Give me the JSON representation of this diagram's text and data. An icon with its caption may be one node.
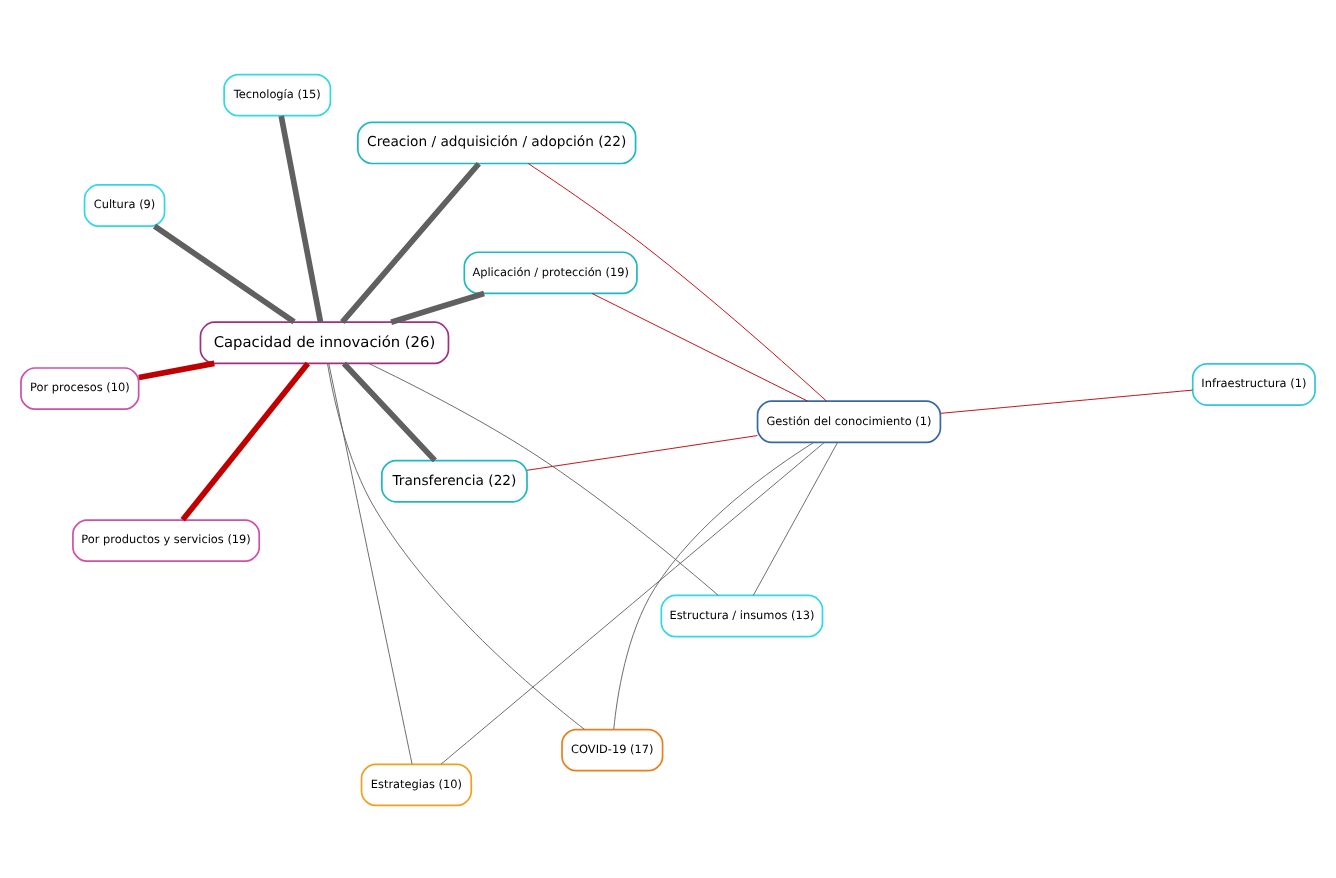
{
  "diagram": {
    "nodes": [
      {
        "text": [
          "Por procesos (10)"
        ]
      },
      {
        "text": [
          "Infraestructura (1)"
        ]
      },
      {
        "text": [
          "Por productos y servicios (19)"
        ]
      },
      {
        "text": [
          "Gestión del conocimiento (1)"
        ]
      },
      {
        "text": [
          "Capacidad de innovación (26)"
        ]
      },
      {
        "text": [
          "Cultura (9)"
        ]
      },
      {
        "text": [
          "Transferencia (22)"
        ]
      },
      {
        "text": [
          "Aplicación / protección (19)"
        ]
      },
      {
        "text": [
          "Estrategias (10)"
        ]
      },
      {
        "text": [
          "Estructura / insumos (13)"
        ]
      },
      {
        "text": [
          "COVID-19 (17)"
        ]
      },
      {
        "text": [
          "Creacion / adquisición / adopción (22)"
        ]
      },
      {
        "text": [
          "Tecnología (15)"
        ]
      }
    ],
    "edges": [
      {
        "from": 4,
        "to": 0,
        "arrow": "none",
        "style": "thick",
        "color": "#c00000"
      },
      {
        "from": 4,
        "to": 2,
        "arrow": "none",
        "style": "thick",
        "color": "#c00000"
      },
      {
        "from": 4,
        "to": 5,
        "arrow": "none",
        "style": "thick"
      },
      {
        "from": 4,
        "to": 6,
        "arrow": "none",
        "style": "thick"
      },
      {
        "from": 4,
        "to": 7,
        "arrow": "none",
        "style": "thick"
      },
      {
        "from": 4,
        "to": 11,
        "arrow": "none",
        "style": "thick"
      },
      {
        "from": 4,
        "to": 12,
        "arrow": "none",
        "style": "thick"
      },
      {
        "from": 4,
        "to": 8,
        "arrow": "none"
      },
      {
        "from": 4,
        "to": 10,
        "arrow": "none"
      },
      {
        "from": 4,
        "to": 9,
        "arrow": "none"
      },
      {
        "from": 3,
        "to": 1,
        "arrow": "none",
        "color": "#c00000"
      },
      {
        "from": 3,
        "to": 6,
        "arrow": "none",
        "color": "#c00000"
      },
      {
        "from": 3,
        "to": 8,
        "arrow": "none"
      },
      {
        "from": 3,
        "to": 10,
        "arrow": "none"
      },
      {
        "from": 3,
        "to": 11,
        "arrow": "none",
        "color": "#c00000"
      },
      {
        "from": 3,
        "to": 7,
        "arrow": "none",
        "color": "#c00000"
      },
      {
        "from": 3,
        "to": 9,
        "arrow": "none"
      }
    ]
  }
}
